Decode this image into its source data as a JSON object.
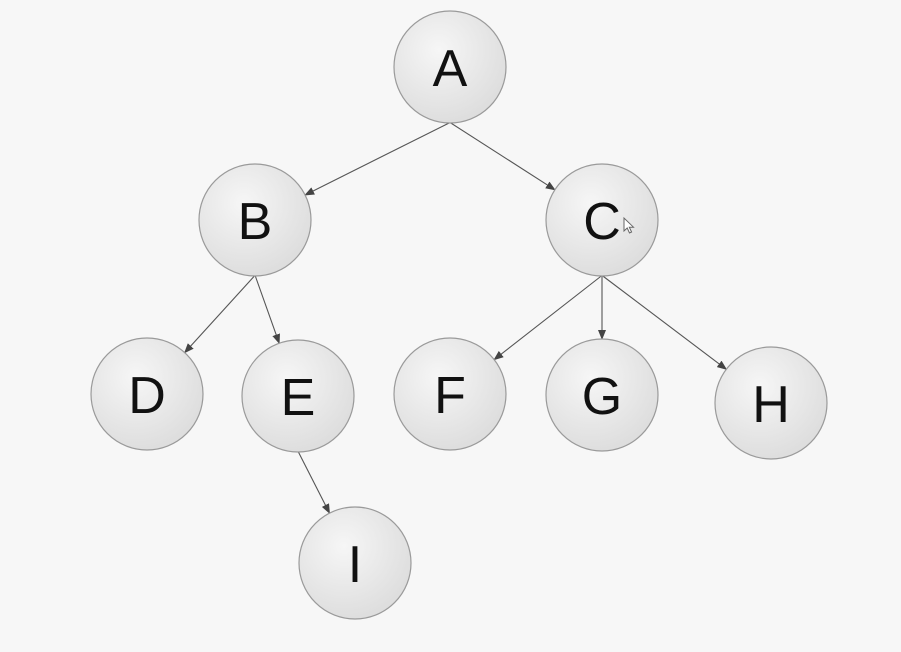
{
  "tree": {
    "nodes": [
      {
        "id": "A",
        "label": "A"
      },
      {
        "id": "B",
        "label": "B"
      },
      {
        "id": "C",
        "label": "C"
      },
      {
        "id": "D",
        "label": "D"
      },
      {
        "id": "E",
        "label": "E"
      },
      {
        "id": "F",
        "label": "F"
      },
      {
        "id": "G",
        "label": "G"
      },
      {
        "id": "H",
        "label": "H"
      },
      {
        "id": "I",
        "label": "I"
      }
    ],
    "edges": [
      {
        "from": "A",
        "to": "B"
      },
      {
        "from": "A",
        "to": "C"
      },
      {
        "from": "B",
        "to": "D"
      },
      {
        "from": "B",
        "to": "E"
      },
      {
        "from": "C",
        "to": "F"
      },
      {
        "from": "C",
        "to": "G"
      },
      {
        "from": "C",
        "to": "H"
      },
      {
        "from": "E",
        "to": "I"
      }
    ]
  },
  "colors": {
    "background": "#f7f7f7",
    "node_fill_light": "#f6f6f6",
    "node_fill_dark": "#dcdcdc",
    "node_stroke": "#9a9a9a",
    "edge": "#555555",
    "label": "#111111"
  },
  "icons": {
    "cursor": "mouse-pointer-icon"
  }
}
